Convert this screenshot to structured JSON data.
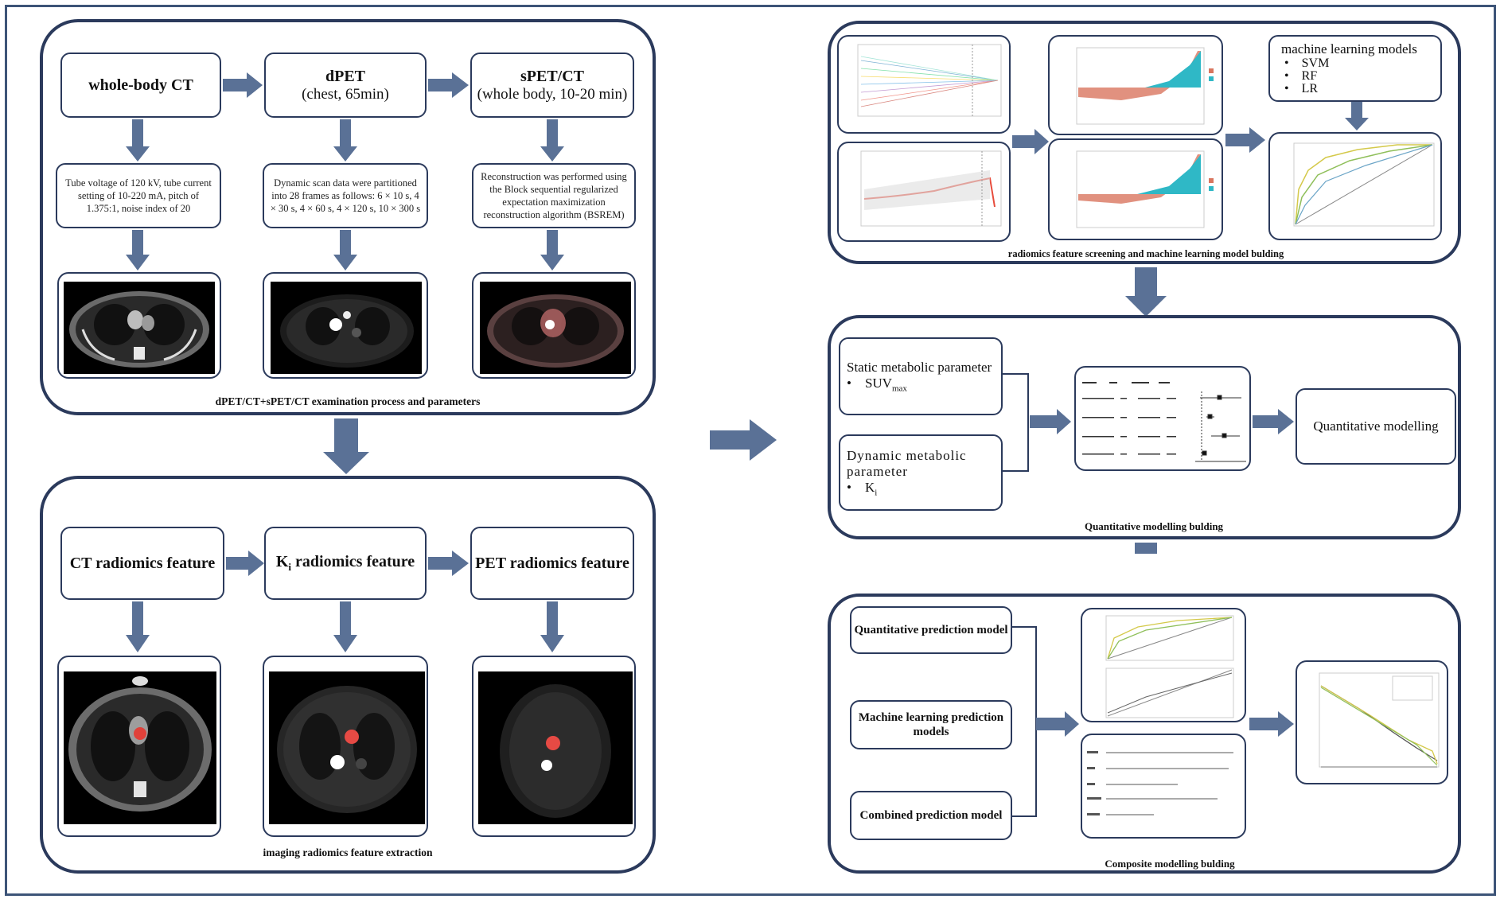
{
  "left_top": {
    "boxes": [
      {
        "title": "whole-body CT",
        "sub": ""
      },
      {
        "title": "dPET",
        "sub": "(chest, 65min)"
      },
      {
        "title": "sPET/CT",
        "sub": "(whole body, 10-20 min)"
      }
    ],
    "descs": [
      "Tube voltage of 120 kV, tube current setting of 10-220 mA, pitch of 1.375:1, noise index of 20",
      "Dynamic scan data were partitioned into 28 frames as follows: 6 × 10 s, 4 × 30 s, 4 × 60 s, 4 × 120 s, 10 × 300 s",
      "Reconstruction was performed using the Block sequential regularized expectation maximization reconstruction algorithm (BSREM)"
    ],
    "caption": "dPET/CT+sPET/CT examination process and parameters"
  },
  "left_bottom": {
    "boxes": [
      {
        "title": "CT radiomics feature"
      },
      {
        "title_pre": "K",
        "title_sub": "i",
        "title_post": " radiomics feature"
      },
      {
        "title": "PET radiomics feature"
      }
    ],
    "caption": "imaging radiomics feature extraction"
  },
  "right_top": {
    "ml_title": "machine learning models",
    "ml_items": [
      "SVM",
      "RF",
      "LR"
    ],
    "caption": "radiomics feature screening and machine learning model bulding"
  },
  "right_mid": {
    "static_title": "Static metabolic parameter",
    "static_item": "SUV",
    "static_item_sub": "max",
    "dynamic_title": "Dynamic metabolic parameter",
    "dynamic_item": "K",
    "dynamic_item_sub": "i",
    "result": "Quantitative modelling",
    "caption": "Quantitative modelling bulding"
  },
  "right_bottom": {
    "models": [
      "Quantitative prediction model",
      "Machine learning prediction models",
      "Combined prediction model"
    ],
    "caption": "Composite modelling bulding"
  },
  "colors": {
    "border": "#2b3a5c",
    "arrow": "#5a7196"
  }
}
